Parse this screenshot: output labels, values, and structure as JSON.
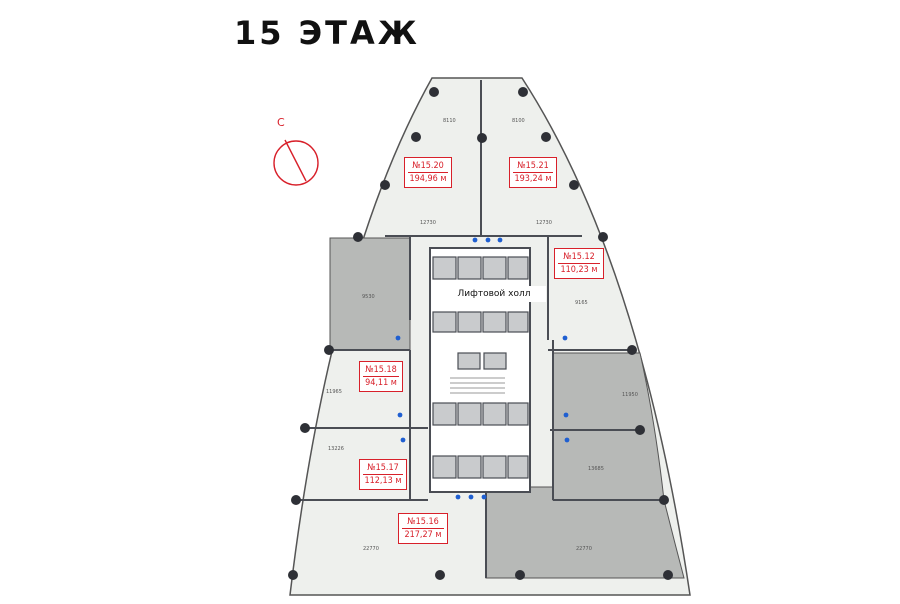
{
  "title": "15 ЭТАЖ",
  "compass": {
    "label": "С",
    "color": "#d8202a"
  },
  "hall_label": "Лифтовой холл",
  "units": [
    {
      "number": "№15.20",
      "area": "194,96 м"
    },
    {
      "number": "№15.21",
      "area": "193,24 м"
    },
    {
      "number": "№15.12",
      "area": "110,23 м"
    },
    {
      "number": "№15.18",
      "area": "94,11 м"
    },
    {
      "number": "№15.17",
      "area": "112,13 м"
    },
    {
      "number": "№15.16",
      "area": "217,27 м"
    }
  ],
  "dimensions": [
    "8110",
    "8100",
    "12730",
    "12730",
    "9530",
    "9165",
    "11965",
    "11950",
    "13226",
    "13685",
    "22770",
    "22770"
  ],
  "colors": {
    "accent": "#d8202a",
    "floor": "#eef0ed",
    "shaded": "#b7b9b7",
    "wall": "#4a4d54",
    "water": "#1f5fd1"
  }
}
